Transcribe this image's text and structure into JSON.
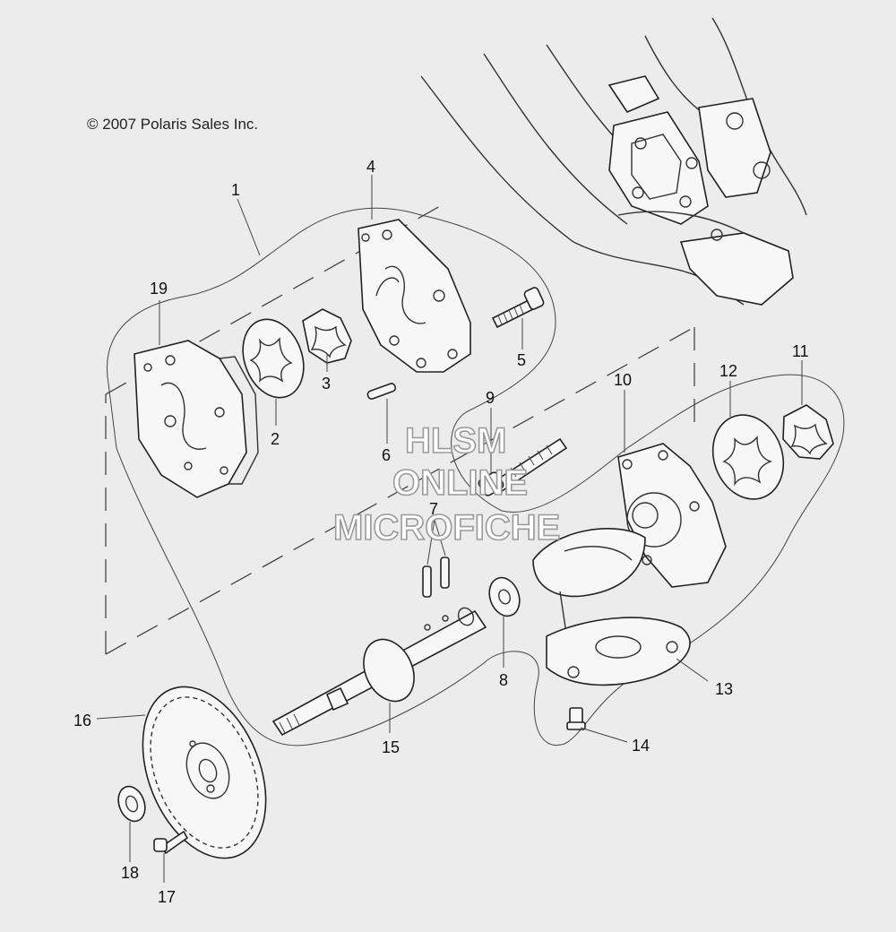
{
  "copyright": "© 2007 Polaris Sales Inc.",
  "watermark": [
    "HLSM",
    "ONLINE",
    "MICROFICHE"
  ],
  "callouts": [
    {
      "id": "1",
      "label": "1"
    },
    {
      "id": "2",
      "label": "2"
    },
    {
      "id": "3",
      "label": "3"
    },
    {
      "id": "4",
      "label": "4"
    },
    {
      "id": "5",
      "label": "5"
    },
    {
      "id": "6",
      "label": "6"
    },
    {
      "id": "7",
      "label": "7"
    },
    {
      "id": "8",
      "label": "8"
    },
    {
      "id": "9",
      "label": "9"
    },
    {
      "id": "10",
      "label": "10"
    },
    {
      "id": "11",
      "label": "11"
    },
    {
      "id": "12",
      "label": "12"
    },
    {
      "id": "13",
      "label": "13"
    },
    {
      "id": "14",
      "label": "14"
    },
    {
      "id": "15",
      "label": "15"
    },
    {
      "id": "16",
      "label": "16"
    },
    {
      "id": "17",
      "label": "17"
    },
    {
      "id": "18",
      "label": "18"
    },
    {
      "id": "19",
      "label": "19"
    }
  ]
}
